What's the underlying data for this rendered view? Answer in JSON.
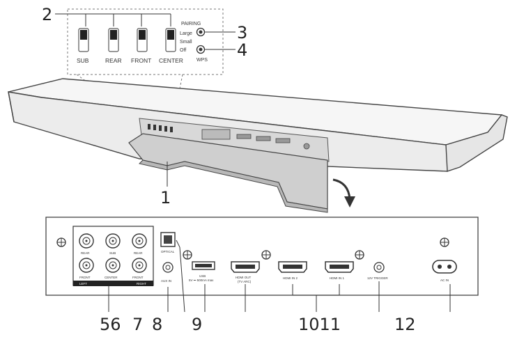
{
  "callouts": {
    "n1": "1",
    "n2": "2",
    "n3": "3",
    "n4": "4",
    "n56": "56",
    "n7": "7",
    "n8": "8",
    "n9": "9",
    "n1011": "1011",
    "n12": "12"
  },
  "switches": {
    "sub": "SUB",
    "rear": "REAR",
    "front": "FRONT",
    "center": "CENTER",
    "pairing": "PAIRING",
    "large": "Large",
    "small": "Small",
    "off": "Off",
    "wps": "WPS"
  },
  "ports": {
    "rear": "REAR",
    "sub": "SUB",
    "front": "FRONT",
    "center": "CENTER",
    "left": "LEFT",
    "right": "RIGHT",
    "optical": "OPTICAL",
    "aux_in": "AUX IN",
    "usb": "USB",
    "usb_sub": "5V ⎓ 500mA max",
    "hdmi_out": "HDMI OUT",
    "hdmi_out_sub": "(TV ARC)",
    "hdmi_in_2": "HDMI IN 2",
    "hdmi_in_1": "HDMI IN 1",
    "trigger": "12V TRIGGER",
    "ac_in": "AC IN"
  }
}
